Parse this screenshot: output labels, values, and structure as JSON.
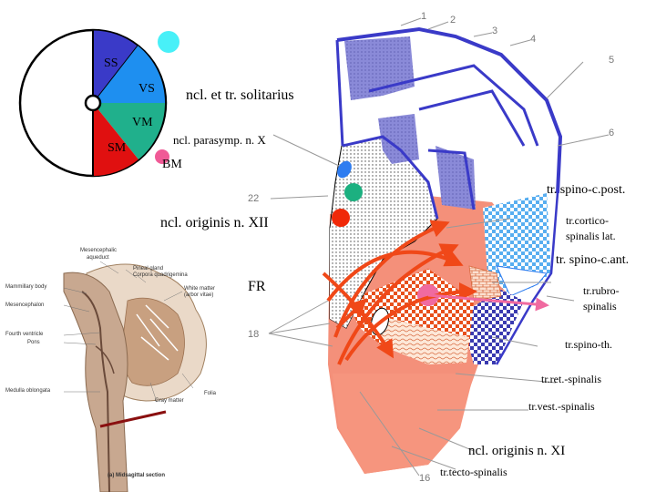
{
  "colors": {
    "ss": "#3a3ac8",
    "vs": "#1e8ff0",
    "vm": "#20b08c",
    "sm": "#e01010",
    "cyan_dot": "#48f0f8",
    "pink_dot": "#f05a96",
    "blue_dot": "#2e7cf0",
    "green_dot": "#1cb080",
    "red_dot": "#f02808",
    "outline": "#3a3ac8",
    "salmon": "#f4907a",
    "light_blue_check": "#58aef0",
    "purple_fill": "#9090d8",
    "arrow": "#f04818"
  },
  "wheel": {
    "ss": "SS",
    "vs": "VS",
    "vm": "VM",
    "sm": "SM",
    "bm": "BM"
  },
  "labels": {
    "solitarius": "ncl. et tr. solitarius",
    "parasymp": "ncl. parasymp. n. X",
    "spino_c_post": "tr. spino-c.post.",
    "originis_xii": "ncl. originis n. XII",
    "cortico_spinalis_1": "tr.cortico-",
    "cortico_spinalis_2": "spinalis lat.",
    "spino_c_ant": "tr. spino-c.ant.",
    "fr": "FR",
    "rubro_1": "tr.rubro-",
    "rubro_2": "spinalis",
    "spino_th": "tr.spino-th.",
    "ret_spinalis": "tr.ret.-spinalis",
    "vest_spinalis": "tr.vest.-spinalis",
    "originis_xi": "ncl. originis n. XI",
    "tecto_spinalis": "tr.tecto-spinalis"
  },
  "leader_numbers": [
    "1",
    "2",
    "3",
    "4",
    "5",
    "6",
    "22",
    "18",
    "16"
  ],
  "inset": {
    "mesencephalic_aqueduct_1": "Mesencephalic",
    "mesencephalic_aqueduct_2": "aqueduct",
    "pineal": "Pineal gland",
    "corpora": "Corpora quadrigemina",
    "mammillary": "Mammillary body",
    "mesencephalon": "Mesencephalon",
    "white_matter_1": "White matter",
    "white_matter_2": "(arbor vitae)",
    "fourth_ventricle": "Fourth ventricle",
    "pons": "Pons",
    "medulla": "Medulla oblongata",
    "gray_matter": "Gray matter",
    "folia": "Folia",
    "caption": "(a) Midsagittal section"
  }
}
